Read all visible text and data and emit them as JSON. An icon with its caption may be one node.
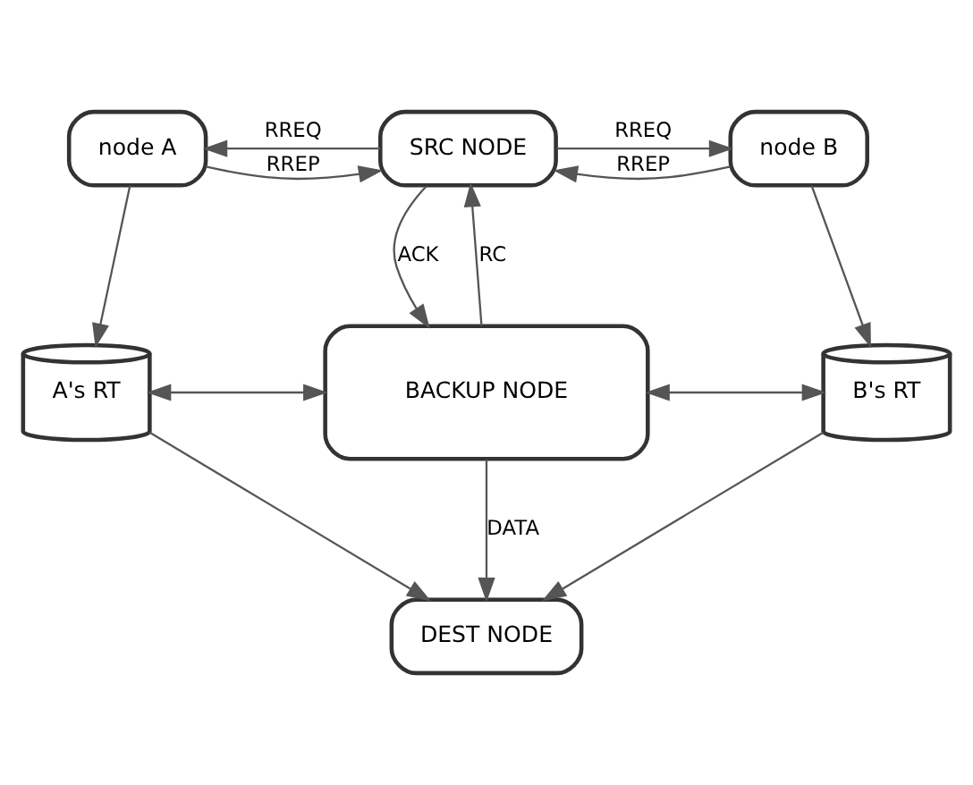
{
  "diagram": {
    "nodes": [
      {
        "text": [
          "node A"
        ]
      },
      {
        "text": [
          "SRC NODE"
        ]
      },
      {
        "text": [
          "node B"
        ]
      },
      {
        "text": [
          "A's RT"
        ]
      },
      {
        "text": [
          "BACKUP NODE"
        ]
      },
      {
        "text": [
          "B's RT"
        ]
      },
      {
        "text": [
          "DEST NODE"
        ]
      }
    ],
    "edges": [
      {
        "from": 0,
        "to": 1,
        "arrow": "to",
        "label": "RREP"
      },
      {
        "from": 1,
        "to": 0,
        "arrow": "to",
        "label": "RREQ"
      },
      {
        "from": 1,
        "to": 2,
        "arrow": "to",
        "label": "RREQ"
      },
      {
        "from": 2,
        "to": 1,
        "arrow": "to",
        "label": "RREP"
      },
      {
        "from": 0,
        "to": 3,
        "arrow": "to"
      },
      {
        "from": 2,
        "to": 5,
        "arrow": "to"
      },
      {
        "from": 1,
        "to": 4,
        "arrow": "to",
        "label": "ACK"
      },
      {
        "from": 4,
        "to": 1,
        "arrow": "to",
        "label": "RC"
      },
      {
        "from": 3,
        "to": 4,
        "arrow": "both"
      },
      {
        "from": 4,
        "to": 5,
        "arrow": "both"
      },
      {
        "from": 4,
        "to": 6,
        "arrow": "to",
        "label": "DATA"
      },
      {
        "from": 3,
        "to": 6,
        "arrow": "to"
      },
      {
        "from": 5,
        "to": 6,
        "arrow": "to"
      }
    ]
  }
}
